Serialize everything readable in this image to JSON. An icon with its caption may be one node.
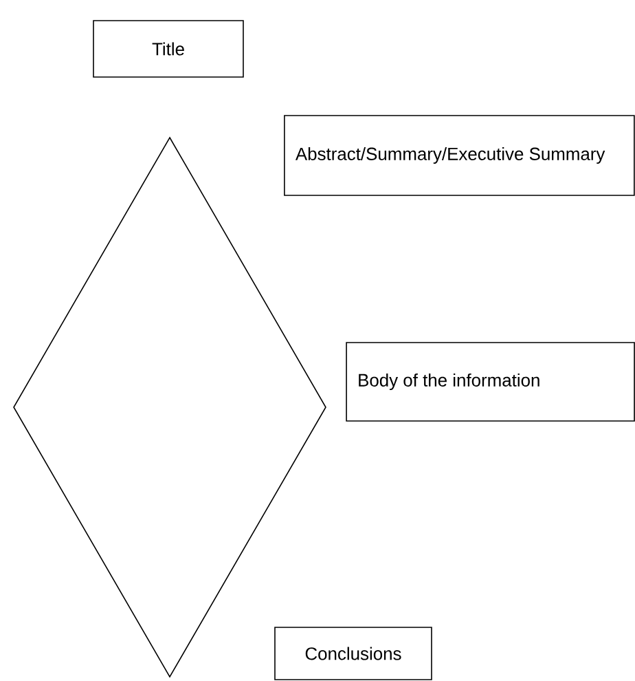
{
  "diagram": {
    "nodes": [
      {
        "text": [
          "Title"
        ]
      },
      {
        "text": [
          "Abstract/Summary/Executive Summary"
        ]
      },
      {
        "text": [],
        "shape": "diamond"
      },
      {
        "text": [
          "Body of the information"
        ]
      },
      {
        "text": [
          "Conclusions"
        ]
      }
    ]
  }
}
